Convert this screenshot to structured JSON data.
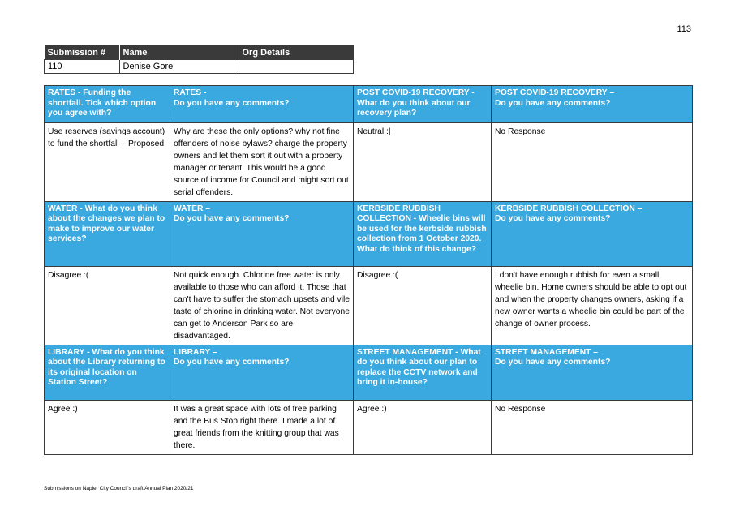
{
  "page_number": "113",
  "submission": {
    "headers": [
      "Submission #",
      "Name",
      "Org Details"
    ],
    "values": [
      "110",
      "Denise Gore",
      ""
    ]
  },
  "sections": [
    {
      "left_topic": "RATES",
      "left_question": " - Funding the shortfall. Tick which option you agree with?",
      "left_answer": "Use reserves (savings account) to fund the shortfall – Proposed",
      "left_comment_title": "RATES -",
      "left_comment_question": "Do you have any comments?",
      "left_comment": "Why are these the only options?  why not fine offenders of noise bylaws?  charge the property owners and let them sort it out with a property manager or tenant.  This would be a good source of income for Council and might sort out serial offenders.",
      "right_topic": "POST COVID-19 RECOVERY",
      "right_question": " - What do you think about our recovery plan?",
      "right_answer": "Neutral :|",
      "right_comment_title": "POST COVID-19 RECOVERY –",
      "right_comment_question": "Do you have any comments?",
      "right_comment": "No Response"
    },
    {
      "left_topic": "WATER",
      "left_question": " - What do you think about the changes we plan to make to improve our water services?",
      "left_answer": "Disagree :(",
      "left_comment_title": "WATER –",
      "left_comment_question": "Do you have any comments?",
      "left_comment": "Not quick enough.  Chlorine free water is only available to those who can afford it.  Those that can't have to suffer the stomach upsets and vile taste of chlorine in drinking water.  Not everyone can get to Anderson Park so are disadvantaged.",
      "right_topic": "KERBSIDE RUBBISH COLLECTION",
      "right_question": " - Wheelie bins will be used for the kerbside rubbish collection from 1 October 2020. What do think of this change?",
      "right_answer": "Disagree :(",
      "right_comment_title": "KERBSIDE RUBBISH COLLECTION –",
      "right_comment_question": "Do you have any comments?",
      "right_comment": "I don't have enough rubbish for even a small wheelie bin.  Home owners should be able to opt out and when the property changes owners, asking if a new owner wants a wheelie bin could be part of the change of owner process."
    },
    {
      "left_topic": "LIBRARY",
      "left_question": " - What do you think about the Library returning to its original location on Station Street?",
      "left_answer": "Agree :)",
      "left_comment_title": "LIBRARY –",
      "left_comment_question": "Do you have any comments?",
      "left_comment": "It was a great space with lots of free parking and the Bus Stop right there.  I made a lot of great friends from the knitting group that was there.",
      "right_topic": "STREET MANAGEMENT",
      "right_question": " - What do you think about our plan to replace the CCTV network and bring it in-house?",
      "right_answer": "Agree :)",
      "right_comment_title": "STREET MANAGEMENT –",
      "right_comment_question": "Do you have any comments?",
      "right_comment": "No Response"
    }
  ],
  "footer": "Submissions on Napier City Council's draft Annual Plan 2020/21",
  "colors": {
    "header_blue": "#3aa9e0",
    "dark_header": "#3a3a3a"
  }
}
